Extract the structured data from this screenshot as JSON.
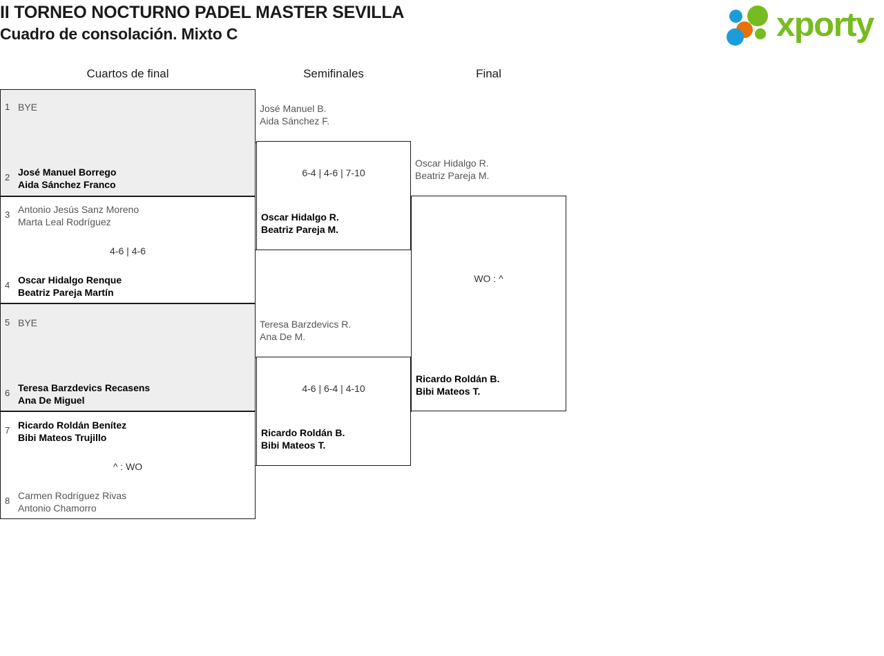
{
  "header": {
    "title_line1": "II TORNEO NOCTURNO PADEL MASTER SEVILLA",
    "title_line2": "Cuadro de consolación. Mixto C",
    "logo": {
      "wordmark": "xporty",
      "green": "#76bc21",
      "orange": "#e8700a",
      "blue": "#1b9dd9"
    }
  },
  "columns": [
    {
      "label": "Cuartos de final"
    },
    {
      "label": "Semifinales"
    },
    {
      "label": "Final"
    }
  ],
  "bracket": {
    "quarterfinals": [
      {
        "score": "",
        "top": {
          "seed": "1",
          "line1": "BYE",
          "line2": "",
          "result": "loser"
        },
        "bottom": {
          "seed": "2",
          "line1": "José Manuel Borrego",
          "line2": "Aida Sánchez Franco",
          "result": "winner"
        }
      },
      {
        "score": "4-6 | 4-6",
        "top": {
          "seed": "3",
          "line1": "Antonio Jesús Sanz Moreno",
          "line2": "Marta Leal Rodríguez",
          "result": "loser"
        },
        "bottom": {
          "seed": "4",
          "line1": "Oscar Hidalgo Renque",
          "line2": "Beatriz Pareja Martín",
          "result": "winner"
        }
      },
      {
        "score": "",
        "top": {
          "seed": "5",
          "line1": "BYE",
          "line2": "",
          "result": "loser"
        },
        "bottom": {
          "seed": "6",
          "line1": "Teresa Barzdevics Recasens",
          "line2": "Ana De Miguel",
          "result": "winner"
        }
      },
      {
        "score": "^ : WO",
        "top": {
          "seed": "7",
          "line1": "Ricardo Roldán Benítez",
          "line2": "Bibi Mateos Trujillo",
          "result": "winner"
        },
        "bottom": {
          "seed": "8",
          "line1": "Carmen Rodríguez Rivas",
          "line2": "Antonio Chamorro",
          "result": "loser"
        }
      }
    ],
    "semifinals": [
      {
        "score": "6-4 | 4-6 | 7-10",
        "top": {
          "line1": "José Manuel B.",
          "line2": "Aida Sánchez F.",
          "result": "loser"
        },
        "bottom": {
          "line1": "Oscar Hidalgo R.",
          "line2": "Beatriz Pareja M.",
          "result": "winner"
        }
      },
      {
        "score": "4-6 | 6-4 | 4-10",
        "top": {
          "line1": "Teresa Barzdevics R.",
          "line2": "Ana De M.",
          "result": "loser"
        },
        "bottom": {
          "line1": "Ricardo Roldán B.",
          "line2": "Bibi Mateos T.",
          "result": "winner"
        }
      }
    ],
    "final": [
      {
        "score": "WO : ^",
        "top": {
          "line1": "Oscar Hidalgo R.",
          "line2": "Beatriz Pareja M.",
          "result": "loser"
        },
        "bottom": {
          "line1": "Ricardo Roldán B.",
          "line2": "Bibi Mateos T.",
          "result": "winner"
        }
      }
    ]
  }
}
